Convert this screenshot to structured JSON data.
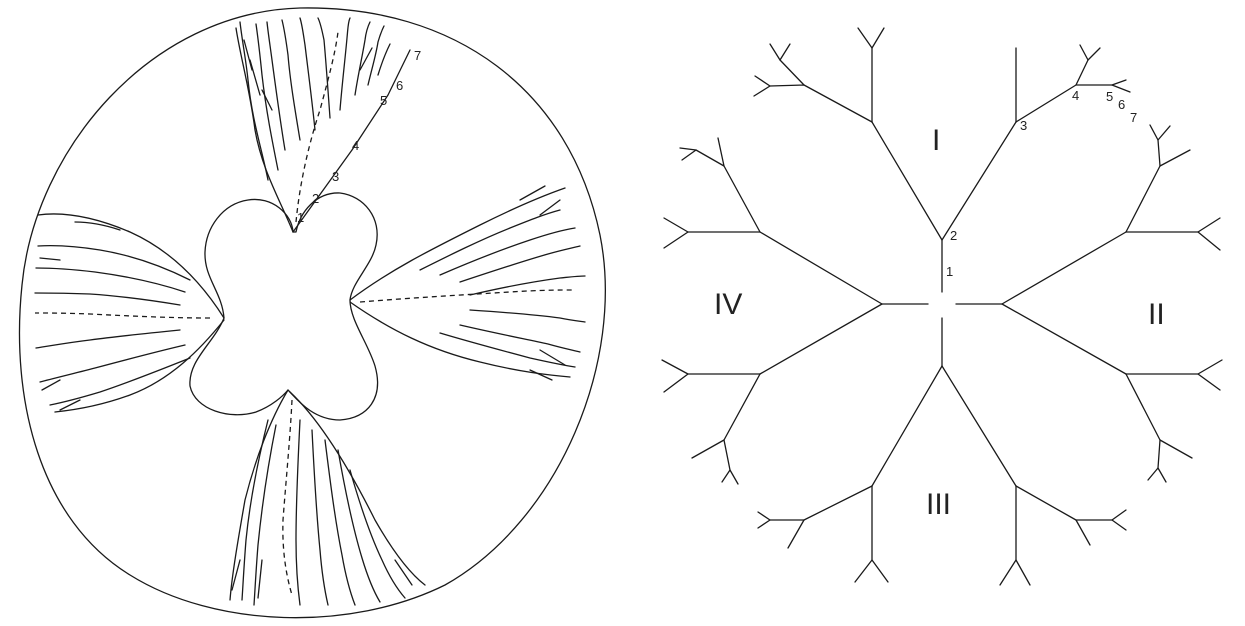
{
  "left_panel": {
    "branch_numbers": [
      "1",
      "2",
      "3",
      "4",
      "5",
      "6",
      "7"
    ]
  },
  "right_panel": {
    "sector_labels": [
      "I",
      "II",
      "III",
      "IV"
    ],
    "branch_numbers": [
      "1",
      "2",
      "3",
      "4",
      "5",
      "6",
      "7"
    ]
  }
}
